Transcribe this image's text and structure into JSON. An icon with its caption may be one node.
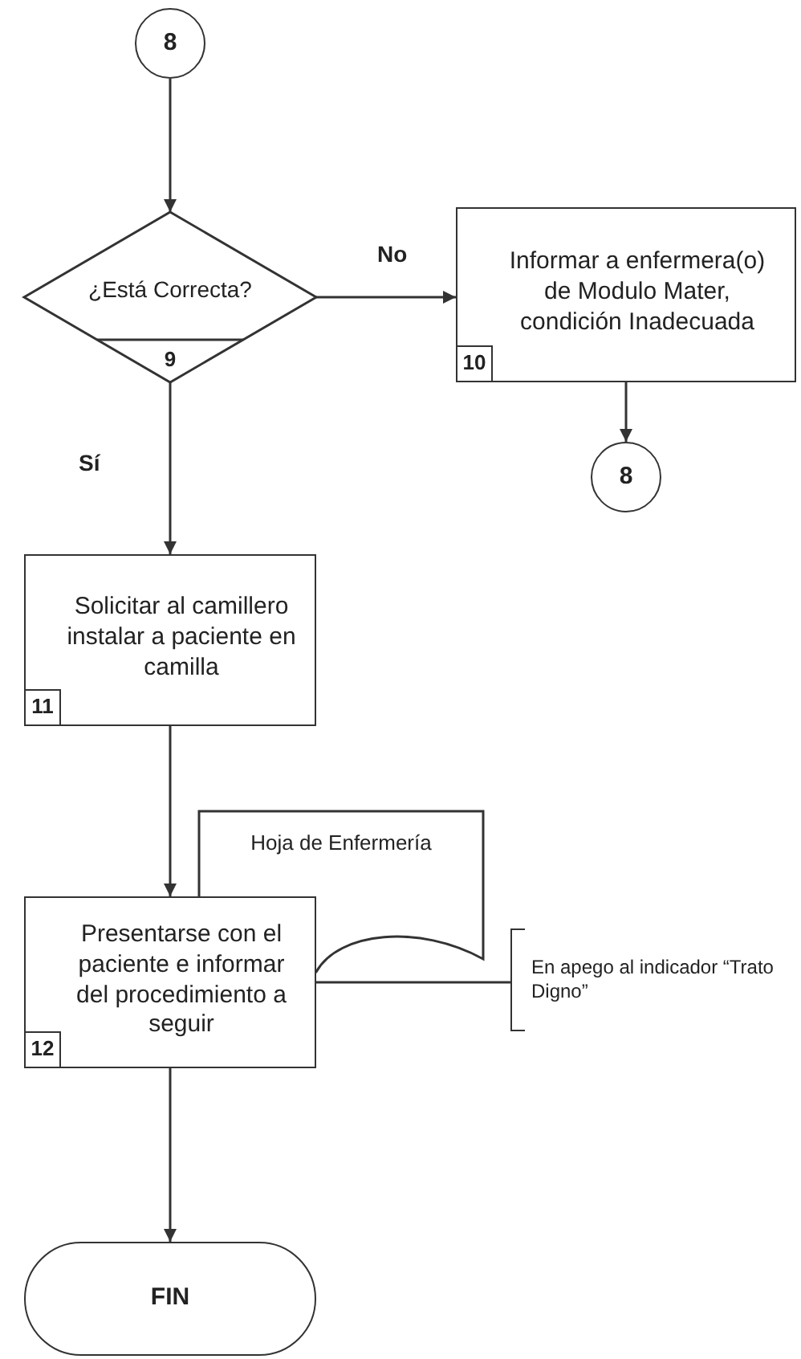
{
  "diagram": {
    "nodes": [
      {
        "text": [
          "8"
        ]
      },
      {
        "text": [
          "¿Está Correcta?",
          "9"
        ]
      },
      {
        "text": [
          "Informar a enfermera(o) de Modulo Mater, condición Inadecuada",
          "10"
        ]
      },
      {
        "text": [
          "8"
        ]
      },
      {
        "text": [
          "Solicitar al camillero instalar a paciente en camilla",
          "11"
        ]
      },
      {
        "text": [
          "Hoja de Enfermería"
        ]
      },
      {
        "text": [
          "Presentarse con el paciente e informar del procedimiento a seguir",
          "12"
        ]
      },
      {
        "text": [
          "En apego al indicador “Trato Digno”"
        ]
      },
      {
        "text": [
          "FIN"
        ]
      }
    ],
    "edges": [
      {
        "from": 0,
        "to": 1,
        "arrow": "to"
      },
      {
        "from": 1,
        "to": 2,
        "arrow": "to",
        "label": "No"
      },
      {
        "from": 1,
        "to": 4,
        "arrow": "to",
        "label": "Sí"
      },
      {
        "from": 2,
        "to": 3,
        "arrow": "to"
      },
      {
        "from": 4,
        "to": 6,
        "arrow": "to"
      },
      {
        "from": 6,
        "to": 7,
        "arrow": "none"
      },
      {
        "from": 6,
        "to": 8,
        "arrow": "to"
      }
    ]
  }
}
